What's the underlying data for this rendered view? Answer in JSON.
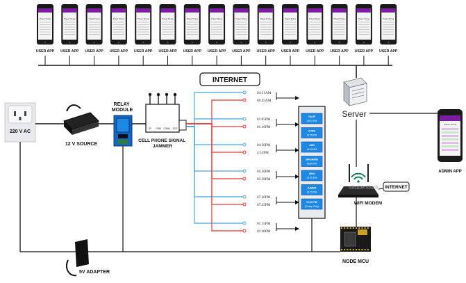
{
  "top_phones": {
    "label": "USER APP",
    "screen_title": "Prayer Timing",
    "count": 15
  },
  "internet_label": "INTERNET",
  "wifi_internet_label": "INTERNET",
  "server_label": "Server",
  "admin_label": "ADMIN APP",
  "socket_label": "220 V AC",
  "source_label": "12 V SOURCE",
  "relay_label": "RELAY\nMODULE",
  "jammer_label": "CELL PHONE SIGNAL\nJAMMER",
  "jammer_bands": [
    "3G",
    "GSM",
    "CDMA",
    "DCS"
  ],
  "adapter_label": "5V ADAPTER",
  "nodemcu_label": "NODE MCU",
  "modem_label": "WIFI MODEM",
  "watermark": "shutterstock",
  "switch_times": [
    {
      "on": "04:51AM",
      "off": "06:45AM"
    },
    {
      "on": "01:05PM",
      "off": "01:16PM"
    },
    {
      "on": "04:26PM",
      "off": "4:51PM"
    },
    {
      "on": "05:56PM",
      "off": "05:58PM"
    },
    {
      "on": "07:20PM",
      "off": "07:25PM"
    },
    {
      "on": "01:15PM",
      "off": "01:30PM"
    }
  ],
  "prayer_panel": [
    {
      "name": "FAJR",
      "time": "04:51 PM"
    },
    {
      "name": "ZUHR",
      "time": "01:05 PM"
    },
    {
      "name": "ASR",
      "time": "04:26 PM"
    },
    {
      "name": "MAGHRIB",
      "time": "05:56 PM"
    },
    {
      "name": "ISHA",
      "time": "07:20 PM"
    },
    {
      "name": "JUMMA",
      "time": "01:15 PM"
    },
    {
      "name": "01:30 PM",
      "time": "(Friday Only)"
    }
  ],
  "colors": {
    "phone_frame": "#1a1a1a",
    "phone_header": "#7b1fa2",
    "phone_screen": "#f4f4f4",
    "line_blue": "#4aa3df",
    "line_red": "#e53935",
    "panel_blue": "#1e88e5",
    "relay_blue": "#1565c0",
    "nodemcu": "#1a1a1a"
  }
}
